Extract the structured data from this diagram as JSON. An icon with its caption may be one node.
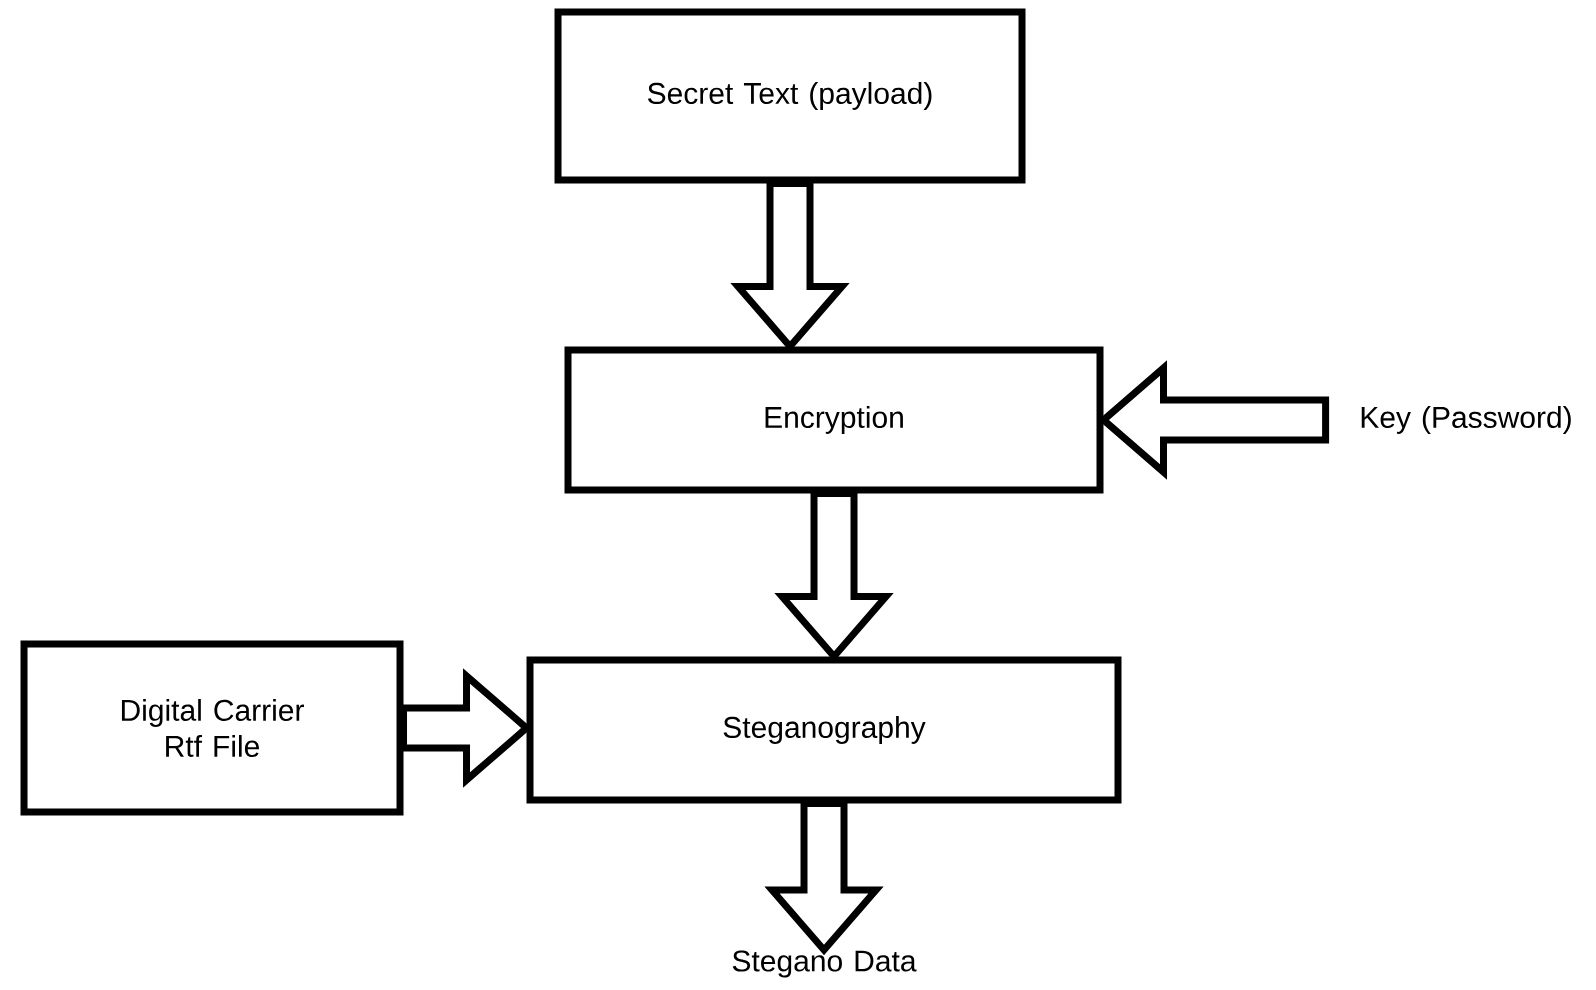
{
  "diagram": {
    "nodes": [
      {
        "text": [
          "Secret Text (payload)"
        ]
      },
      {
        "text": [
          "Encryption"
        ]
      },
      {
        "text": [
          "Key (Password)"
        ]
      },
      {
        "text": [
          "Digital Carrier Rtf File"
        ]
      },
      {
        "text": [
          "Steganography"
        ]
      },
      {
        "text": [
          "Stegano Data"
        ]
      }
    ],
    "edges": [
      {
        "from": 0,
        "to": 1,
        "arrow": "to"
      },
      {
        "from": 2,
        "to": 1,
        "arrow": "to"
      },
      {
        "from": 1,
        "to": 4,
        "arrow": "to"
      },
      {
        "from": 3,
        "to": 4,
        "arrow": "to"
      },
      {
        "from": 4,
        "to": 5,
        "arrow": "to"
      }
    ]
  }
}
